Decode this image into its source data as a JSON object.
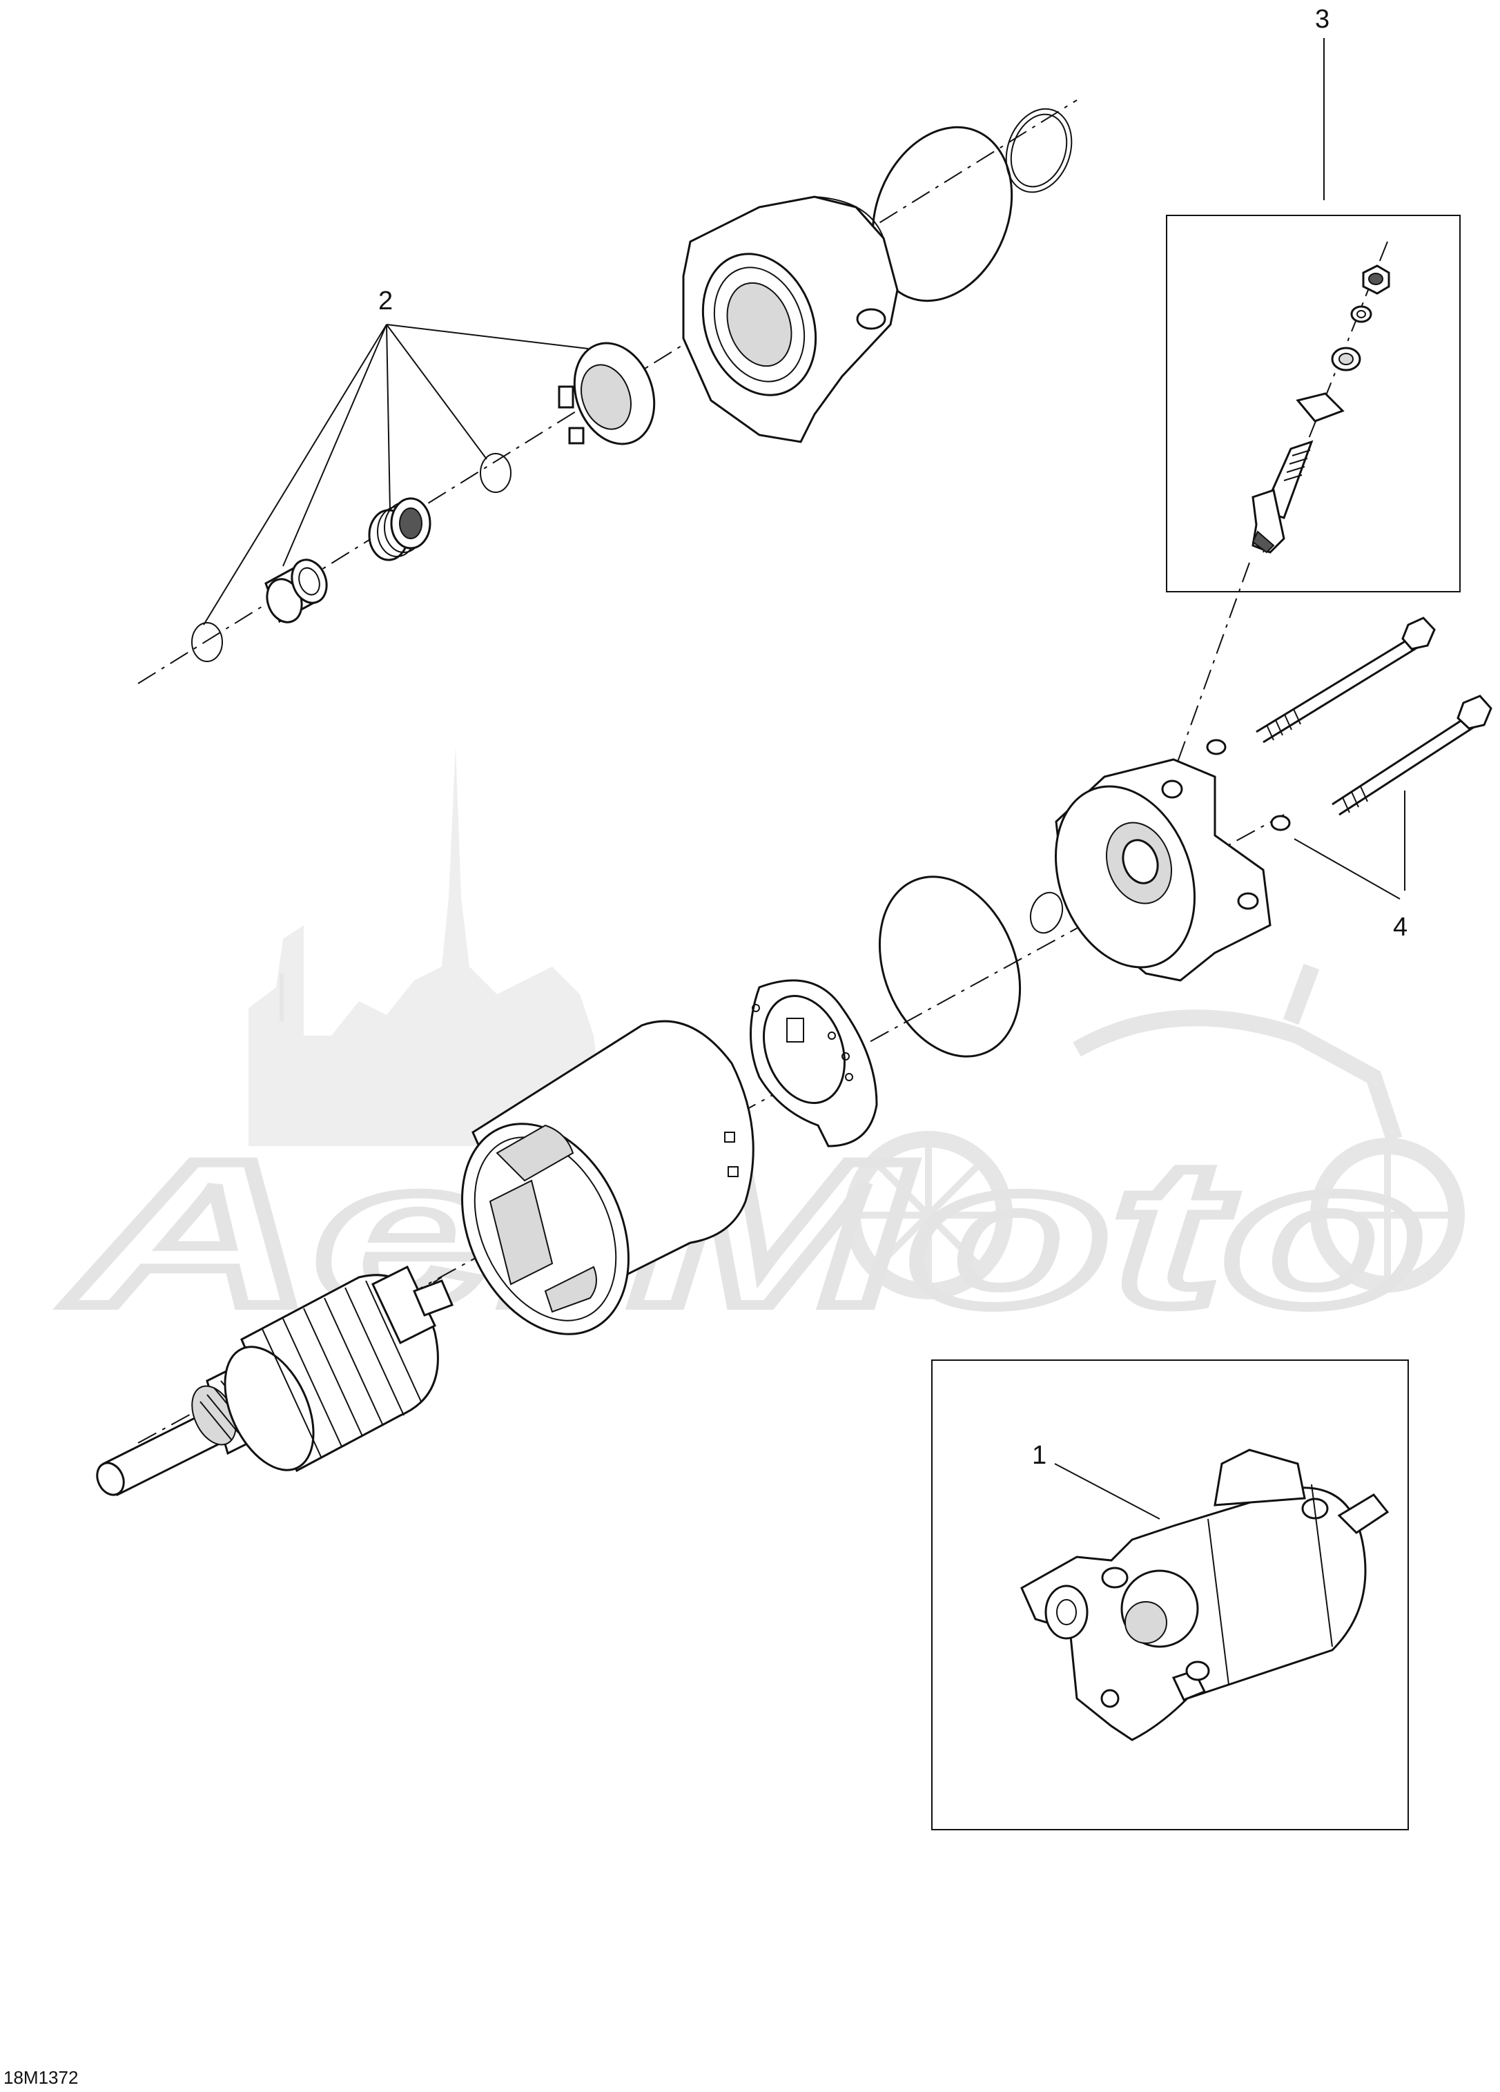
{
  "diagram_code": "18M1372",
  "callouts": {
    "c1": "1",
    "c2": "2",
    "c3": "3",
    "c4": "4"
  },
  "watermark_text": "AerMoto",
  "colors": {
    "line": "#111111",
    "watermark": "#e6e6e6",
    "background": "#ffffff"
  }
}
